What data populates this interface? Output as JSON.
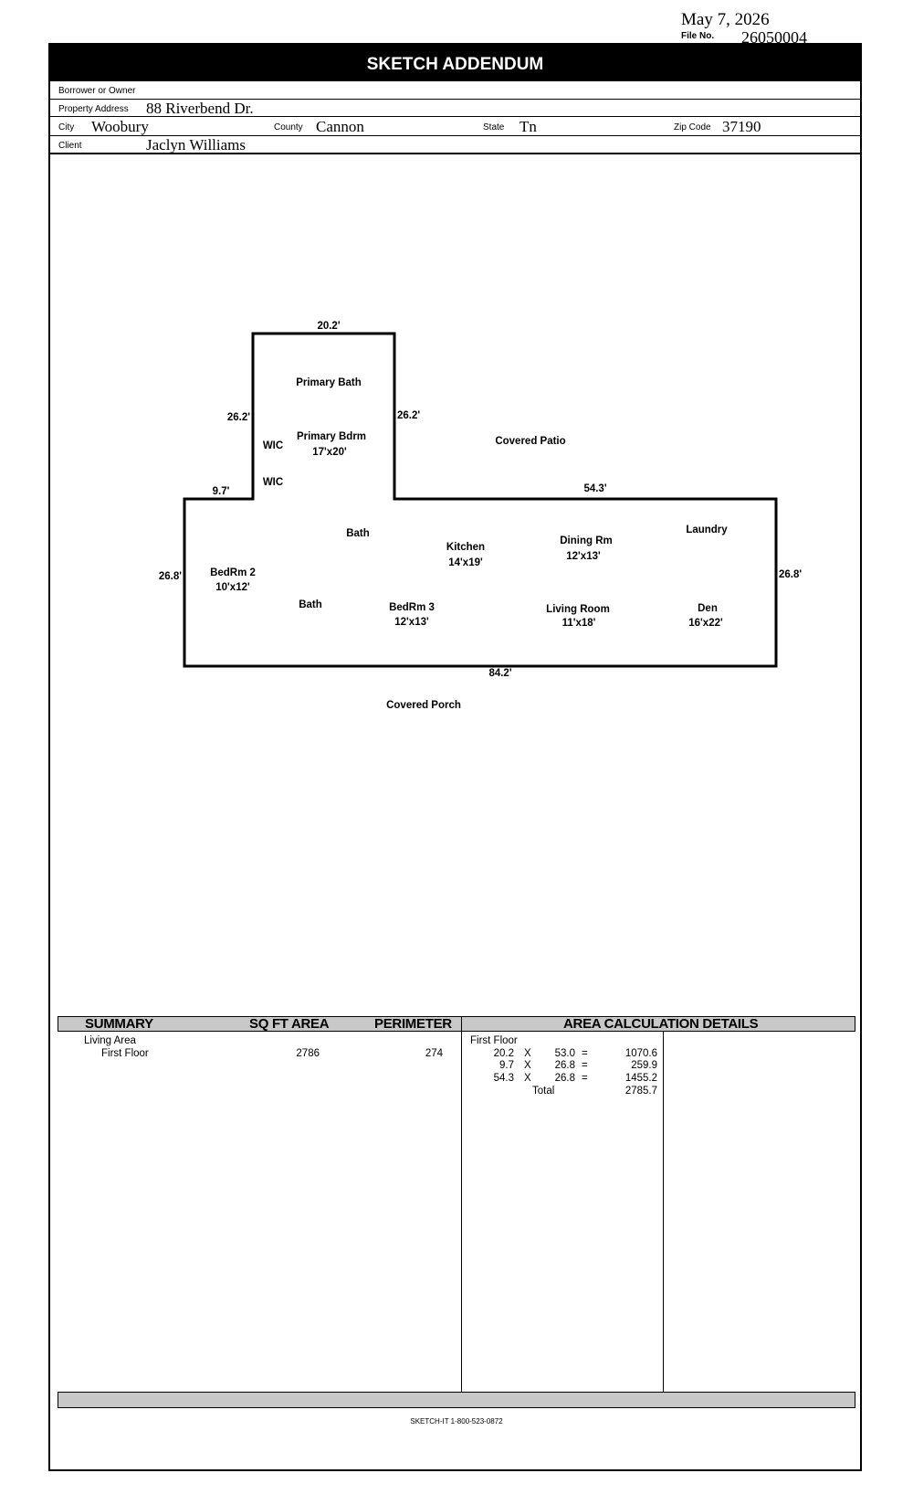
{
  "header": {
    "date": "May 7, 2026",
    "file_no_label": "File No.",
    "file_no": "26050004",
    "title": "SKETCH ADDENDUM"
  },
  "form": {
    "borrower_label": "Borrower or Owner",
    "borrower": "",
    "address_label": "Property Address",
    "address": "88 Riverbend Dr.",
    "city_label": "City",
    "city": "Woobury",
    "county_label": "County",
    "county": "Cannon",
    "state_label": "State",
    "state": "Tn",
    "zip_label": "Zip Code",
    "zip": "37190",
    "client_label": "Client",
    "client": "Jaclyn Williams"
  },
  "sketch": {
    "dimensions": {
      "top": "20.2'",
      "upper_left": "26.2'",
      "upper_right": "26.2'",
      "step_left": "9.7'",
      "step_right": "54.3'",
      "left": "26.8'",
      "right": "26.8'",
      "bottom": "84.2'"
    },
    "rooms": {
      "primary_bath": "Primary Bath",
      "primary_bdrm": "Primary Bdrm",
      "primary_bdrm_size": "17'x20'",
      "wic1": "WIC",
      "wic2": "WIC",
      "covered_patio": "Covered Patio",
      "bath1": "Bath",
      "kitchen": "Kitchen",
      "kitchen_size": "14'x19'",
      "dining": "Dining Rm",
      "dining_size": "12'x13'",
      "laundry": "Laundry",
      "bedrm2": "BedRm 2",
      "bedrm2_size": "10'x12'",
      "bath2": "Bath",
      "bedrm3": "BedRm 3",
      "bedrm3_size": "12'x13'",
      "living": "Living Room",
      "living_size": "11'x18'",
      "den": "Den",
      "den_size": "16'x22'",
      "covered_porch": "Covered Porch"
    }
  },
  "summary": {
    "headers": {
      "summary": "SUMMARY",
      "area": "SQ FT AREA",
      "perimeter": "PERIMETER",
      "details": "AREA CALCULATION DETAILS"
    },
    "living_area": "Living Area",
    "floor": "First Floor",
    "sqft": "2786",
    "perimeter": "274",
    "details_floor": "First Floor",
    "calc_rows": [
      {
        "a": "20.2",
        "x": "X",
        "b": "53.0",
        "eq": "=",
        "r": "1070.6"
      },
      {
        "a": "9.7",
        "x": "X",
        "b": "26.8",
        "eq": "=",
        "r": "259.9"
      },
      {
        "a": "54.3",
        "x": "X",
        "b": "26.8",
        "eq": "=",
        "r": "1455.2"
      }
    ],
    "total_label": "Total",
    "total": "2785.7"
  },
  "footer": {
    "credit": "SKETCH-IT 1-800-523-0872"
  }
}
